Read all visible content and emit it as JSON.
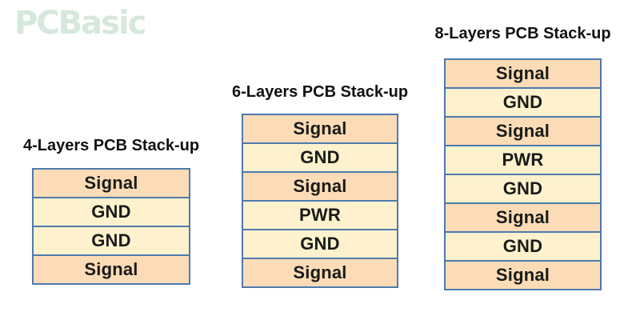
{
  "logo": {
    "text": "PCBasic",
    "color": "#d6e8dd"
  },
  "colors": {
    "background": "#ffffff",
    "signal_layer": "#fcdcb6",
    "plane_layer": "#fdf2cd",
    "table_border": "#4d79ae",
    "title_text": "#111111",
    "layer_text": "#1a1a1a"
  },
  "stackups": [
    {
      "title": "4-Layers PCB Stack-up",
      "layers": [
        {
          "label": "Signal",
          "type": "signal"
        },
        {
          "label": "GND",
          "type": "plane"
        },
        {
          "label": "GND",
          "type": "plane"
        },
        {
          "label": "Signal",
          "type": "signal"
        }
      ]
    },
    {
      "title": "6-Layers PCB Stack-up",
      "layers": [
        {
          "label": "Signal",
          "type": "signal"
        },
        {
          "label": "GND",
          "type": "plane"
        },
        {
          "label": "Signal",
          "type": "signal"
        },
        {
          "label": "PWR",
          "type": "plane"
        },
        {
          "label": "GND",
          "type": "plane"
        },
        {
          "label": "Signal",
          "type": "signal"
        }
      ]
    },
    {
      "title": "8-Layers PCB Stack-up",
      "layers": [
        {
          "label": "Signal",
          "type": "signal"
        },
        {
          "label": "GND",
          "type": "plane"
        },
        {
          "label": "Signal",
          "type": "signal"
        },
        {
          "label": "PWR",
          "type": "plane"
        },
        {
          "label": "GND",
          "type": "plane"
        },
        {
          "label": "Signal",
          "type": "signal"
        },
        {
          "label": "GND",
          "type": "plane"
        },
        {
          "label": "Signal",
          "type": "signal"
        }
      ]
    }
  ]
}
